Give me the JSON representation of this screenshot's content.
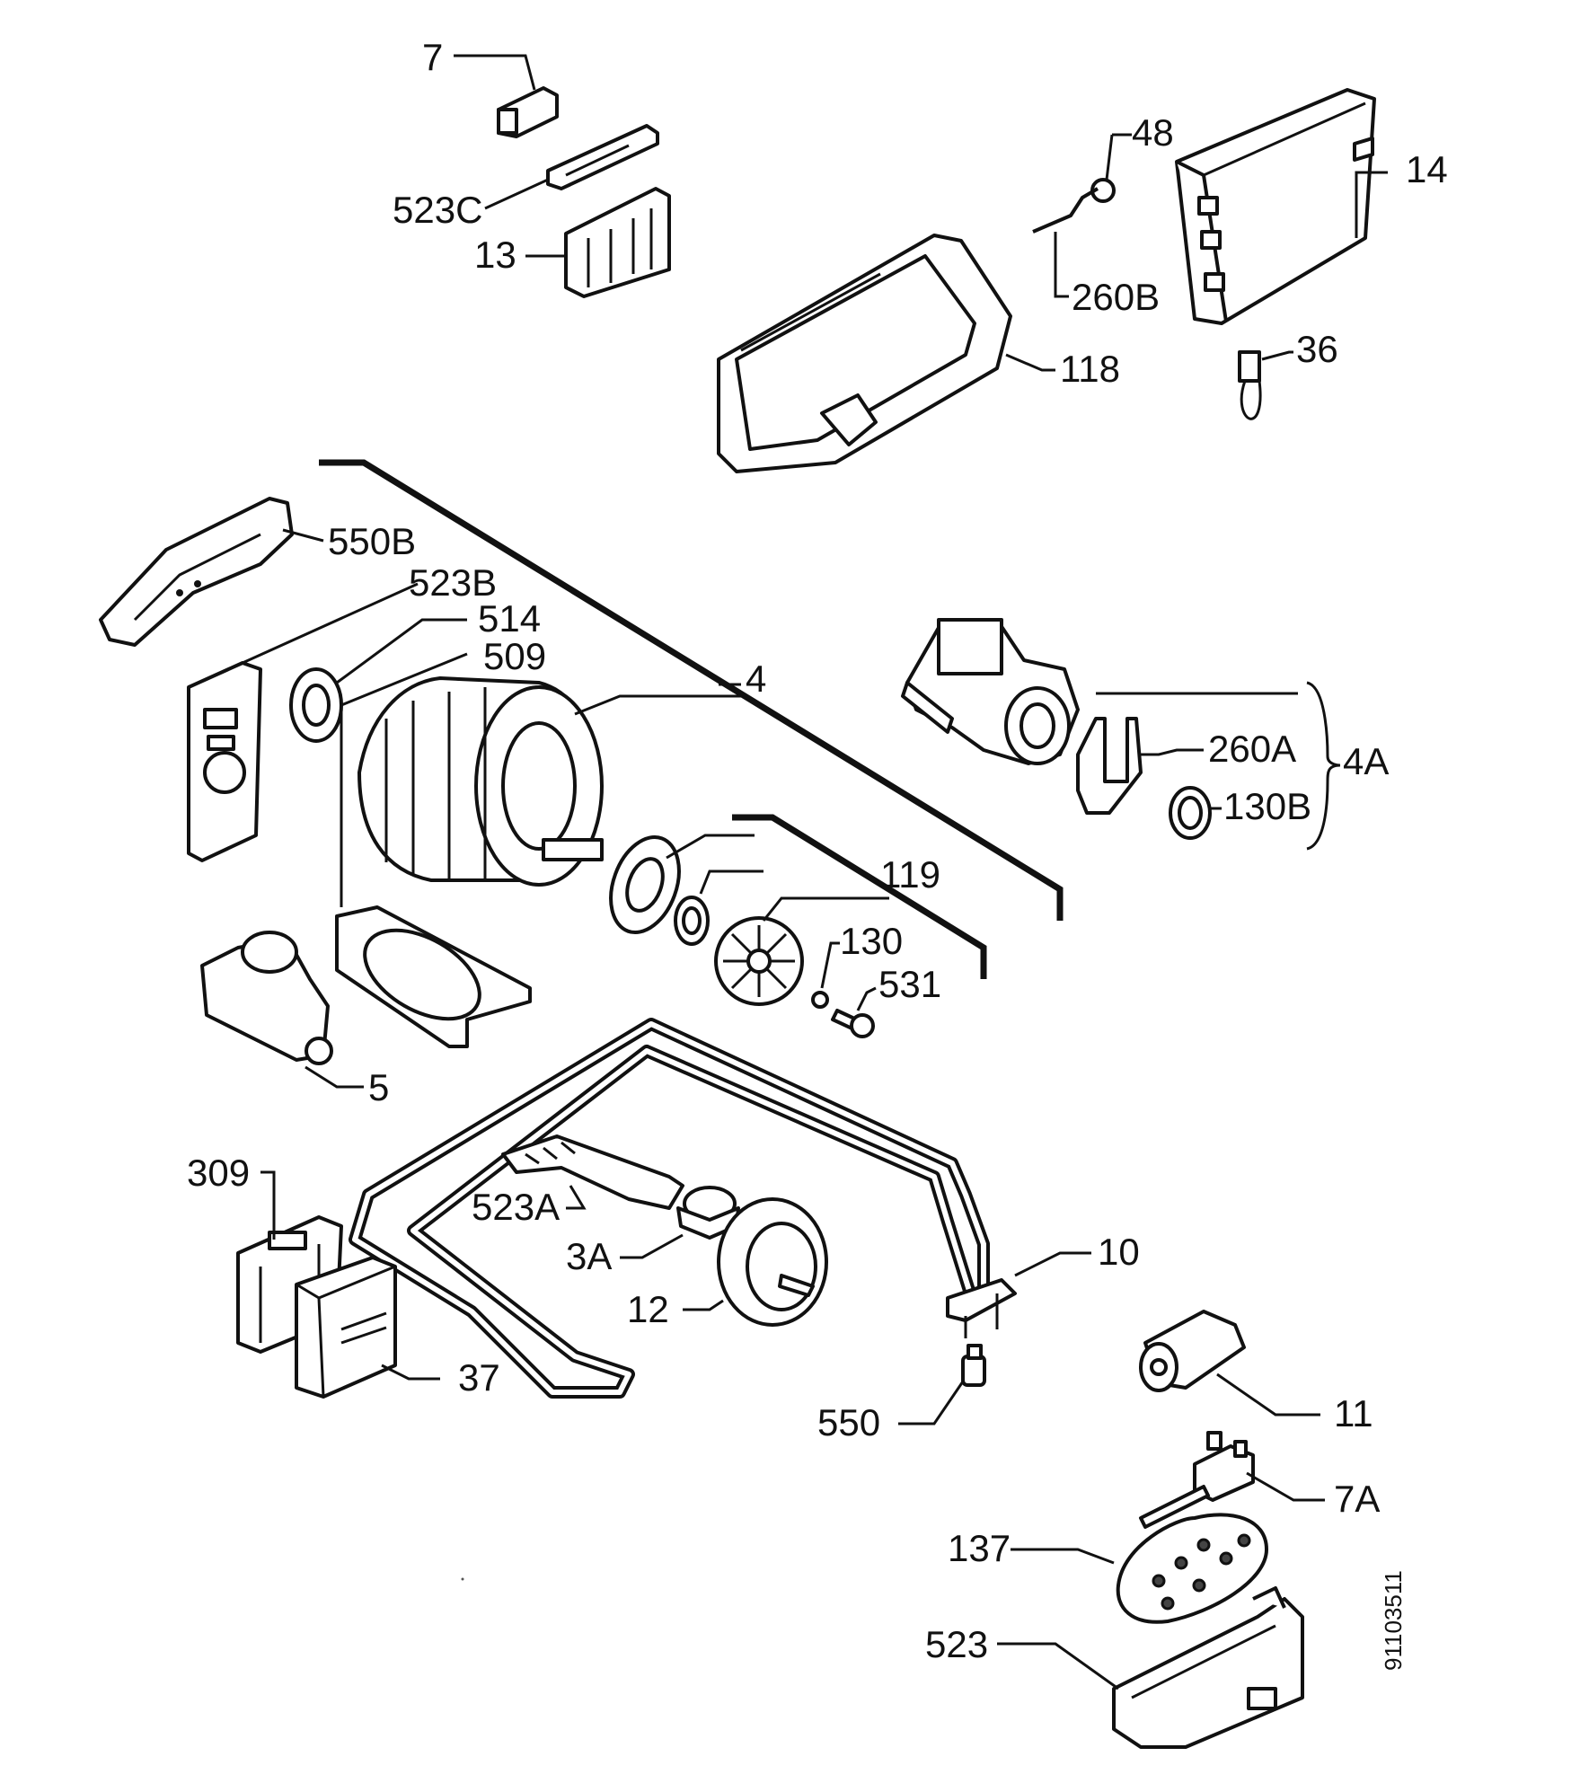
{
  "labels": {
    "p7": "7",
    "p523c": "523C",
    "p13": "13",
    "p48": "48",
    "p14": "14",
    "p260b": "260B",
    "p36": "36",
    "p118": "118",
    "p550b": "550B",
    "p523b": "523B",
    "p514": "514",
    "p509": "509",
    "p4": "4",
    "p260a": "260A",
    "p4a": "4A",
    "p130b": "130B",
    "p119": "119",
    "p130": "130",
    "p531": "531",
    "p5": "5",
    "p10": "10",
    "p309": "309",
    "p523a": "523A",
    "p3a": "3A",
    "p12": "12",
    "p37": "37",
    "p11": "11",
    "p550": "550",
    "p7a": "7A",
    "p137": "137",
    "p523": "523"
  },
  "drawing_code": "91103511"
}
